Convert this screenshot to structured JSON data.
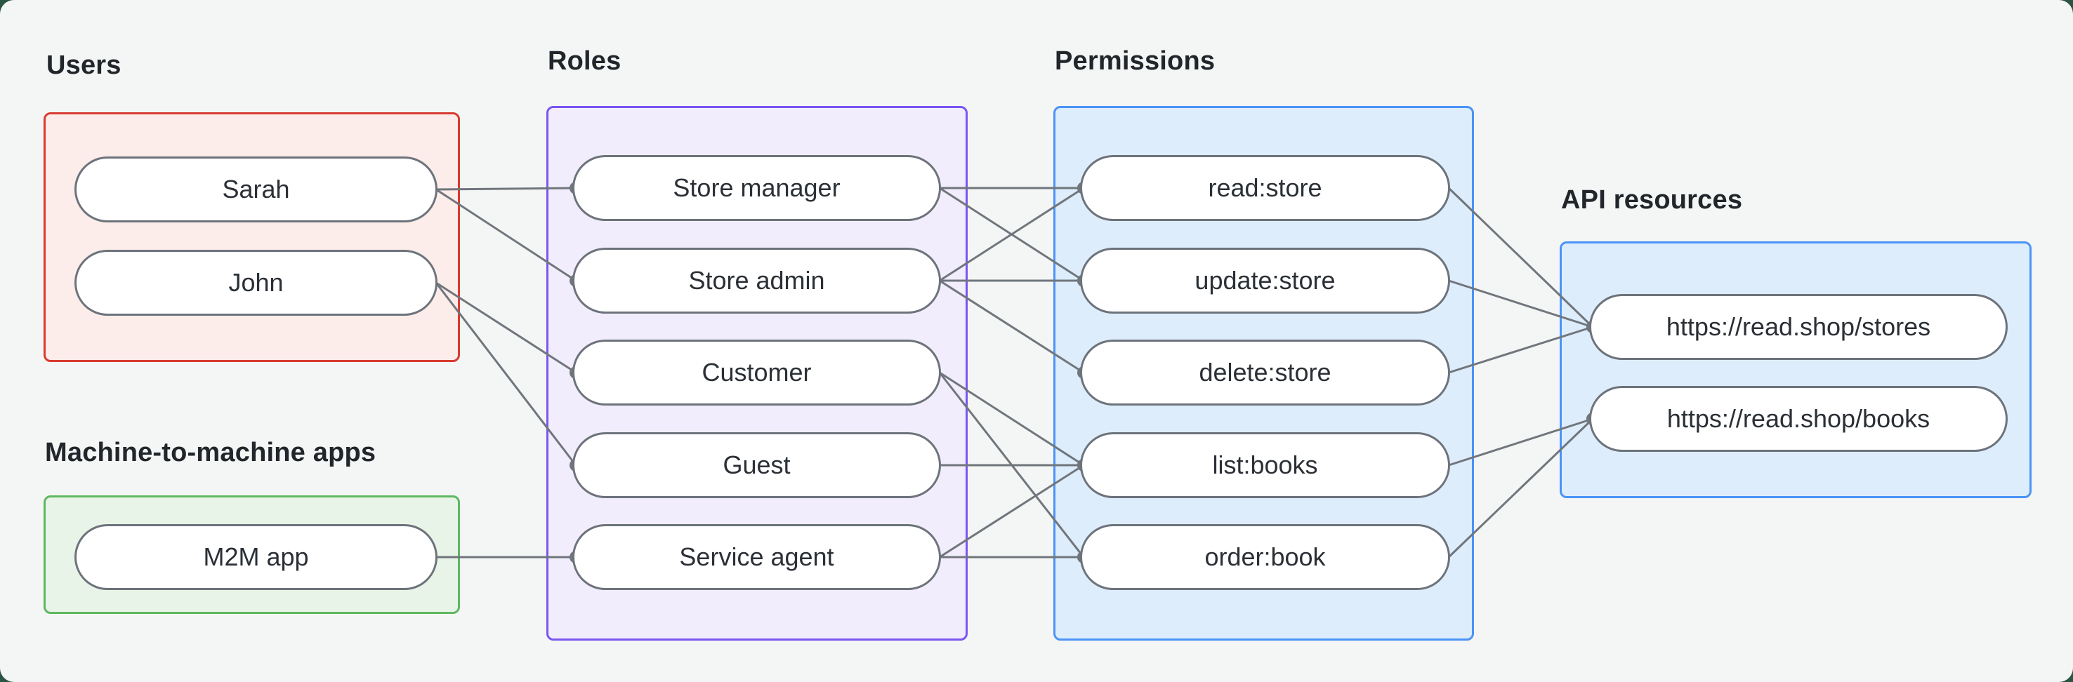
{
  "page": {
    "outer_background": "#2c5443",
    "panel_background": "#f4f6f5",
    "line_color": "#70767c",
    "node_border_color": "#6d737b"
  },
  "groups": [
    {
      "id": "users",
      "label": "Users",
      "border": "#d93b30",
      "fill": "#fcecea",
      "nodes": [
        {
          "id": "sarah",
          "label": "Sarah"
        },
        {
          "id": "john",
          "label": "John"
        }
      ]
    },
    {
      "id": "m2m",
      "label": "Machine-to-machine apps",
      "border": "#5fb761",
      "fill": "#e9f4e8",
      "nodes": [
        {
          "id": "m2m-app",
          "label": "M2M app"
        }
      ]
    },
    {
      "id": "roles",
      "label": "Roles",
      "border": "#7a55f0",
      "fill": "#f2edfc",
      "nodes": [
        {
          "id": "store-manager",
          "label": "Store manager"
        },
        {
          "id": "store-admin",
          "label": "Store admin"
        },
        {
          "id": "customer",
          "label": "Customer"
        },
        {
          "id": "guest",
          "label": "Guest"
        },
        {
          "id": "service-agent",
          "label": "Service agent"
        }
      ]
    },
    {
      "id": "permissions",
      "label": "Permissions",
      "border": "#4b93f7",
      "fill": "#deedfc",
      "nodes": [
        {
          "id": "read-store",
          "label": "read:store"
        },
        {
          "id": "update-store",
          "label": "update:store"
        },
        {
          "id": "delete-store",
          "label": "delete:store"
        },
        {
          "id": "list-books",
          "label": "list:books"
        },
        {
          "id": "order-book",
          "label": "order:book"
        }
      ]
    },
    {
      "id": "api",
      "label": "API resources",
      "border": "#4b93f7",
      "fill": "#deedfc",
      "nodes": [
        {
          "id": "stores-api",
          "label": "https://read.shop/stores"
        },
        {
          "id": "books-api",
          "label": "https://read.shop/books"
        }
      ]
    }
  ],
  "edges": [
    {
      "from": "sarah",
      "to": "store-manager"
    },
    {
      "from": "sarah",
      "to": "store-admin"
    },
    {
      "from": "john",
      "to": "customer"
    },
    {
      "from": "john",
      "to": "guest"
    },
    {
      "from": "m2m-app",
      "to": "service-agent"
    },
    {
      "from": "store-manager",
      "to": "read-store"
    },
    {
      "from": "store-manager",
      "to": "update-store"
    },
    {
      "from": "store-admin",
      "to": "read-store"
    },
    {
      "from": "store-admin",
      "to": "update-store"
    },
    {
      "from": "store-admin",
      "to": "delete-store"
    },
    {
      "from": "customer",
      "to": "list-books"
    },
    {
      "from": "customer",
      "to": "order-book"
    },
    {
      "from": "guest",
      "to": "list-books"
    },
    {
      "from": "service-agent",
      "to": "list-books"
    },
    {
      "from": "service-agent",
      "to": "order-book"
    },
    {
      "from": "read-store",
      "to": "stores-api"
    },
    {
      "from": "update-store",
      "to": "stores-api"
    },
    {
      "from": "delete-store",
      "to": "stores-api"
    },
    {
      "from": "list-books",
      "to": "books-api"
    },
    {
      "from": "order-book",
      "to": "books-api"
    }
  ]
}
